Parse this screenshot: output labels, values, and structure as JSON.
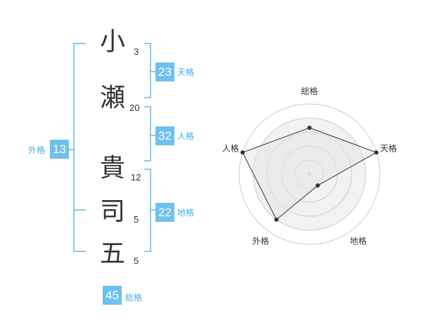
{
  "colors": {
    "accent": "#6ec1ef",
    "bracket": "#8ac9ef",
    "label": "#46aee8",
    "text": "#333333",
    "radar_fill": "#f2f2f2",
    "radar_grid": "#cccccc"
  },
  "name": {
    "chars": [
      {
        "char": "小",
        "strokes": "3"
      },
      {
        "char": "瀬",
        "strokes": "20"
      },
      {
        "char": "貴",
        "strokes": "12"
      },
      {
        "char": "司",
        "strokes": "5"
      },
      {
        "char": "五",
        "strokes": "5"
      }
    ]
  },
  "kaku": {
    "tenkaku": {
      "value": "23",
      "label": "天格"
    },
    "jinkaku": {
      "value": "32",
      "label": "人格"
    },
    "chikaku": {
      "value": "22",
      "label": "地格"
    },
    "gaikaku": {
      "value": "13",
      "label": "外格"
    },
    "soukaku": {
      "value": "45",
      "label": "総格"
    }
  },
  "chart_data": {
    "type": "radar",
    "axes": [
      "総格",
      "天格",
      "地格",
      "外格",
      "人格"
    ],
    "values": [
      3.3,
      5,
      1,
      4,
      5
    ],
    "max": 5,
    "rings": 5
  }
}
